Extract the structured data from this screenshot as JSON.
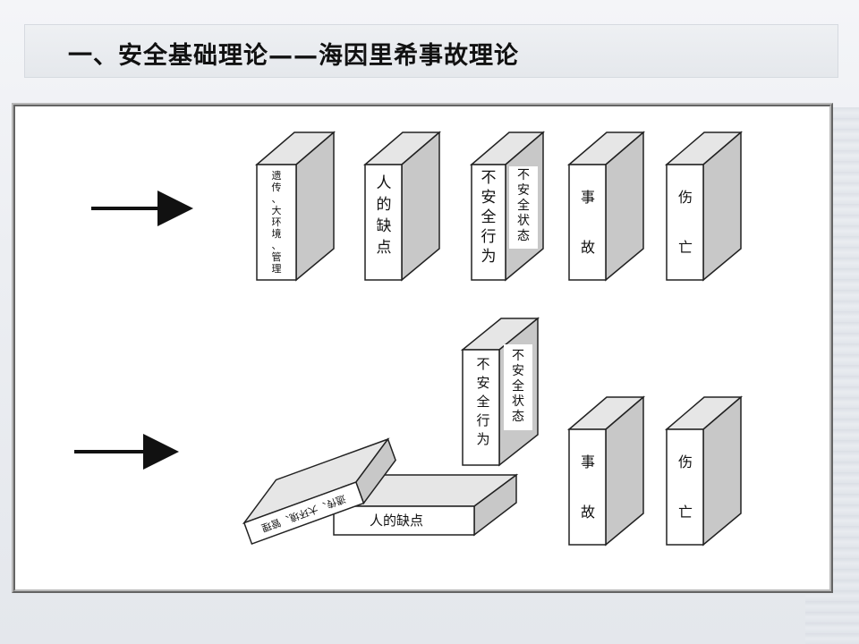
{
  "title": "一、安全基础理论——海因里希事故理论",
  "top_row": {
    "blocks": [
      {
        "text": "遗传、大环境、管理"
      },
      {
        "text": "人的缺点"
      },
      {
        "text": "不安全行为",
        "side_text": "不安全状态"
      },
      {
        "text": "事故"
      },
      {
        "text": "伤亡"
      }
    ]
  },
  "bottom_row": {
    "fallen_1": "遗传、大环境、管理",
    "fallen_2": "人的缺点",
    "tilted": {
      "text": "不安全行为",
      "side_text": "不安全状态"
    },
    "standing": [
      {
        "text": "事故"
      },
      {
        "text": "伤亡"
      }
    ]
  },
  "colors": {
    "block_front": "#ffffff",
    "block_side": "#c8c8c8",
    "block_top": "#e6e6e6",
    "stroke": "#222222"
  }
}
